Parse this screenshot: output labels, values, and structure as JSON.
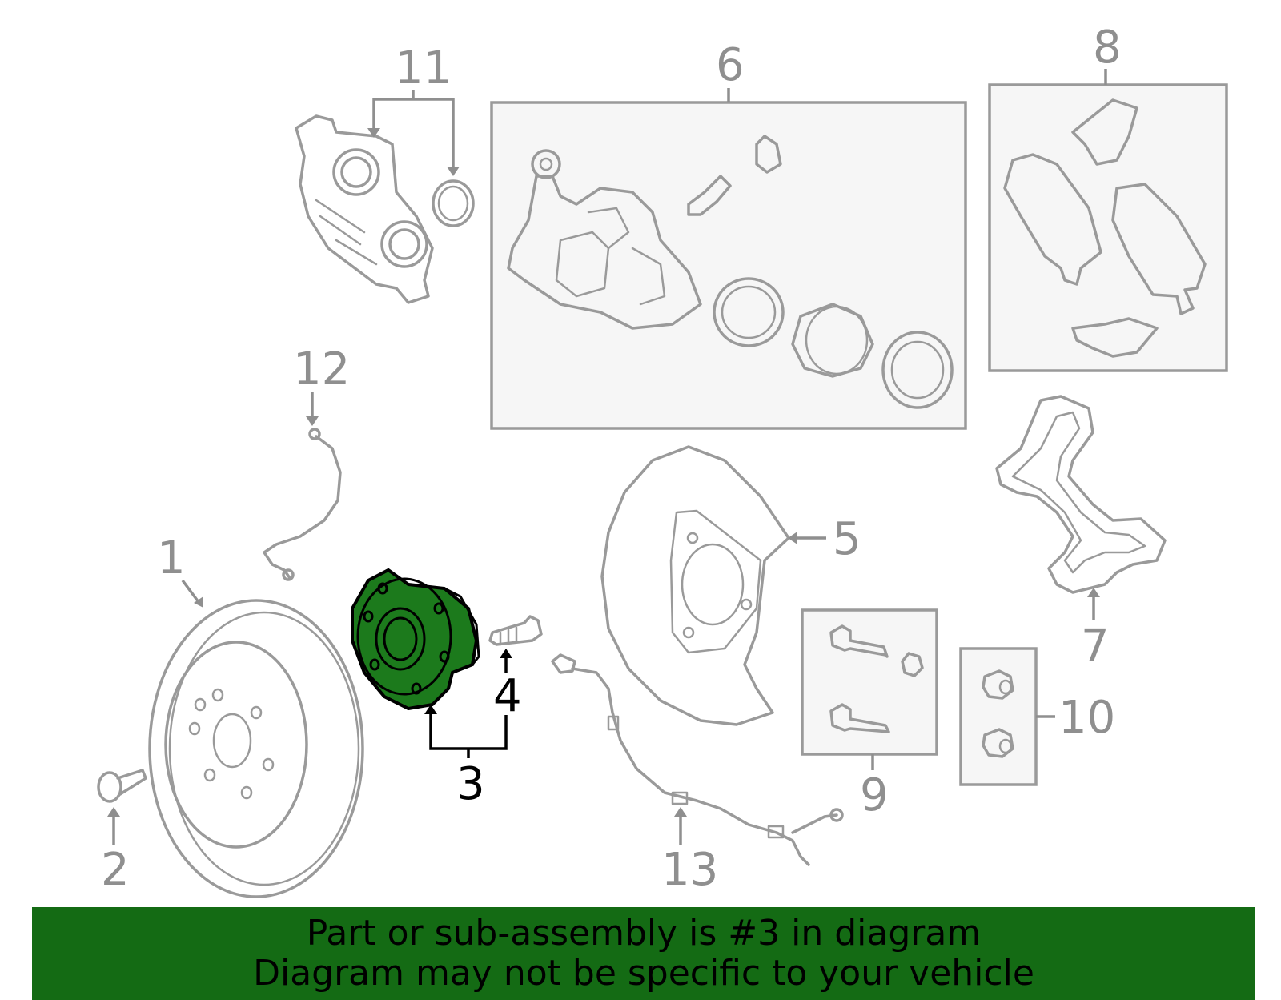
{
  "callouts": {
    "c1": "1",
    "c2": "2",
    "c3": "3",
    "c4": "4",
    "c5": "5",
    "c6": "6",
    "c7": "7",
    "c8": "8",
    "c9": "9",
    "c10": "10",
    "c11": "11",
    "c12": "12",
    "c13": "13"
  },
  "highlighted_part": "3",
  "colors": {
    "highlight_fill": "#1c7a1c",
    "banner_background": "#146b14",
    "parts_stroke": "#9a9a9a"
  },
  "footer": {
    "line1": "Part or sub-assembly is #3 in diagram",
    "line2": "Diagram may not be specific to your vehicle"
  }
}
